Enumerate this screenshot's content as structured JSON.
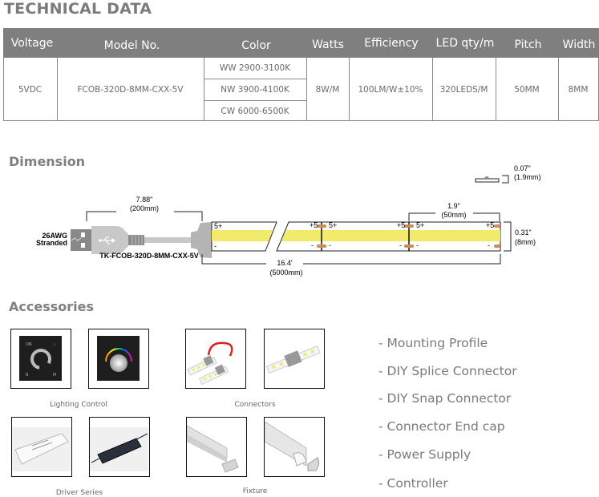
{
  "header": {
    "title": "TECHNICAL DATA"
  },
  "table": {
    "columns": [
      "Voltage",
      "Model No.",
      "Color",
      "Watts",
      "Efficiency",
      "LED qty/m",
      "Pitch",
      "Width"
    ],
    "row": {
      "voltage": "5VDC",
      "model": "FCOB-320D-8MM-CXX-5V",
      "colors": [
        "WW 2900-3100K",
        "NW 3900-4100K",
        "CW 6000-6500K"
      ],
      "watts": "8W/M",
      "efficiency": "100LM/W±10%",
      "led_qty": "320LEDS/M",
      "pitch": "50MM",
      "width": "8MM"
    }
  },
  "dimension": {
    "title": "Dimension",
    "cable_length": {
      "inch": "7.88\"",
      "mm": "(200mm)"
    },
    "wire_label": [
      "26AWG",
      "Stranded"
    ],
    "cable_model_label": "TK-FCOB-320D-8MM-CXX-5V",
    "total_length": {
      "ft": "16.4'",
      "mm": "(5000mm)"
    },
    "cut_pitch": {
      "inch": "1.9\"",
      "mm": "(50mm)"
    },
    "strip_width": {
      "inch": "0.31\"",
      "mm": "(8mm)"
    },
    "strip_height": {
      "inch": "0.07\"",
      "mm": "(1.9mm)"
    },
    "pad_labels": {
      "plus_left": "+5",
      "plus_right": "5+",
      "minus": "-"
    },
    "colors": {
      "cob_strip": "#f2ea6a",
      "pad": "#c98c5a",
      "usb_gray": "#c8c8c8"
    }
  },
  "accessories": {
    "title": "Accessories",
    "groups": [
      {
        "caption": "Lighting Control",
        "items": [
          "touch-dimmer-panel",
          "rgb-rotary-panel"
        ]
      },
      {
        "caption": "Connectors",
        "items": [
          "wire-splice-connector",
          "snap-connector"
        ]
      },
      {
        "caption": "Driver Series",
        "items": [
          "white-driver",
          "black-driver"
        ]
      },
      {
        "caption": "Fixture",
        "items": [
          "flat-profile",
          "corner-profile"
        ]
      }
    ],
    "list": [
      "- Mounting Profile",
      "- DIY Splice Connector",
      "- DIY Snap Connector",
      "- Connector End cap",
      "- Power Supply",
      "- Controller"
    ]
  }
}
